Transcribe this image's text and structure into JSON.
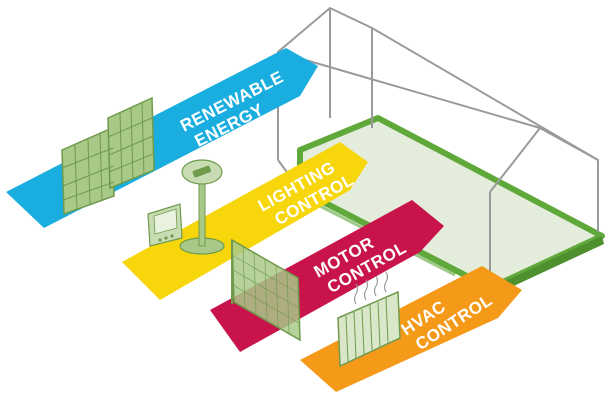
{
  "arrows": {
    "renewable": {
      "line1": "RENEWABLE",
      "line2": "ENERGY",
      "color": "#1aaee0"
    },
    "lighting": {
      "line1": "LIGHTING",
      "line2": "CONTROL",
      "color": "#f8d60c"
    },
    "motor": {
      "line1": "MOTOR",
      "line2": "CONTROL",
      "color": "#c8134b"
    },
    "hvac": {
      "line1": "HVAC",
      "line2": "CONTROL",
      "color": "#f59a18"
    }
  },
  "colors": {
    "floor_border": "#5fa83a",
    "floor_fill": "#e4ecdc",
    "house_frame": "#9a9a9a",
    "device_green": "#a9c988",
    "device_green_dark": "#6f9a4c"
  },
  "icons": [
    "solar-panel-icon",
    "street-lamp-icon",
    "thermostat-icon",
    "motor-grid-icon",
    "radiator-icon"
  ]
}
